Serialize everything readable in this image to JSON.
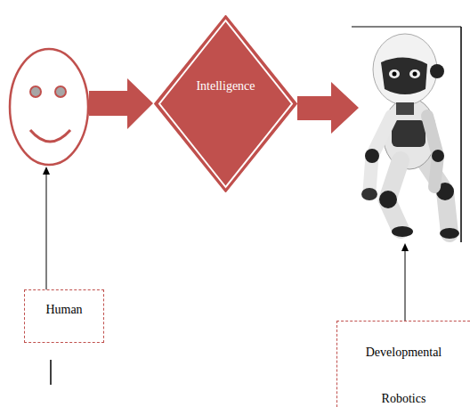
{
  "diagram": {
    "nodes": [
      {
        "text": [
          "Intelligence"
        ]
      },
      {
        "text": [
          "Human"
        ]
      },
      {
        "text": [
          "Developmental Robotics"
        ]
      }
    ]
  }
}
